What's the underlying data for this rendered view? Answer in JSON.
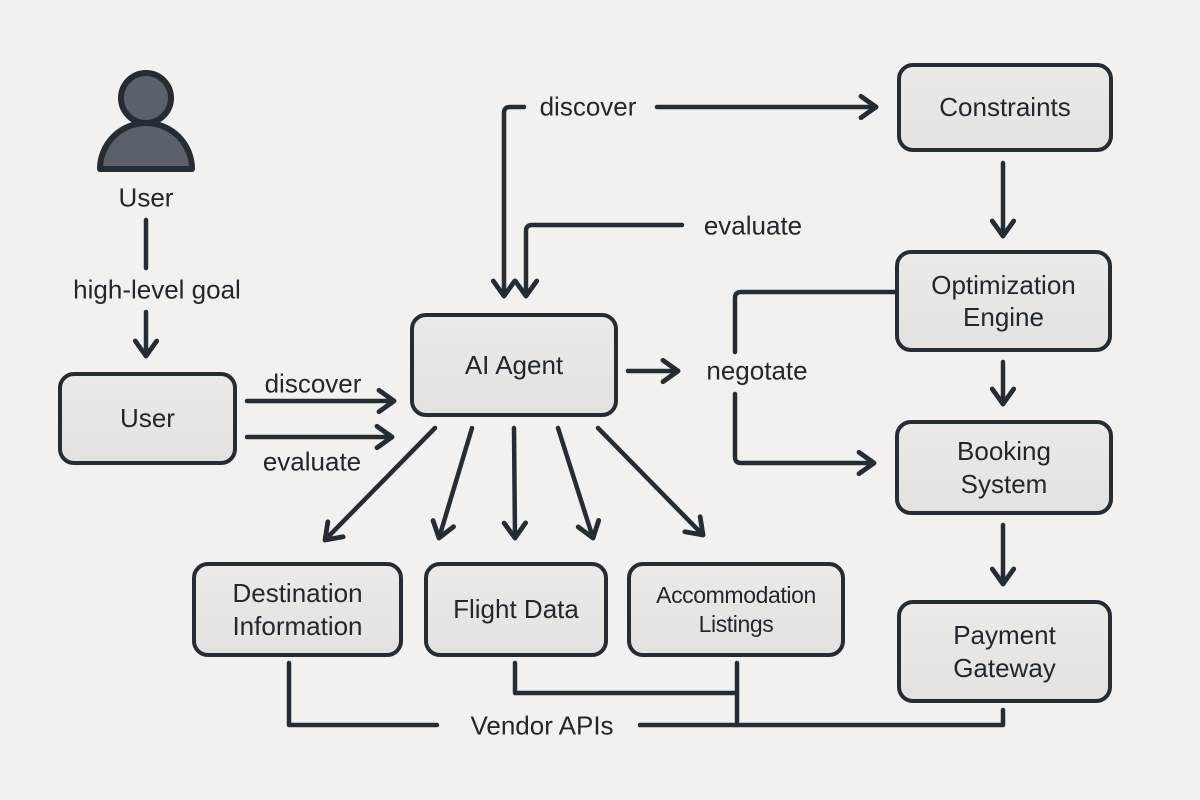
{
  "colors": {
    "background": "#f2f1ef",
    "node_fill": "#e7e6e4",
    "stroke": "#262c34",
    "text": "#22272e",
    "person_fill": "#5a616a"
  },
  "icons": {
    "user": "person-icon"
  },
  "diagram": {
    "user_icon_label": "User",
    "nodes": {
      "user_box": {
        "label": "User"
      },
      "ai_agent": {
        "label": "AI Agent"
      },
      "constraints": {
        "label": "Constraints"
      },
      "optimization_engine": {
        "label": "Optimization\nEngine"
      },
      "booking_system": {
        "label": "Booking\nSystem"
      },
      "payment_gateway": {
        "label": "Payment\nGateway"
      },
      "destination_information": {
        "label": "Destination\nInformation"
      },
      "flight_data": {
        "label": "Flight Data"
      },
      "accommodation_listings": {
        "label": "Accommodation\nListings"
      }
    },
    "edge_labels": {
      "high_level_goal": "high-level goal",
      "discover_user": "discover",
      "evaluate_user": "evaluate",
      "discover_top": "discover",
      "evaluate_mid": "evaluate",
      "negotate": "negotate",
      "vendor_apis": "Vendor APIs"
    }
  }
}
